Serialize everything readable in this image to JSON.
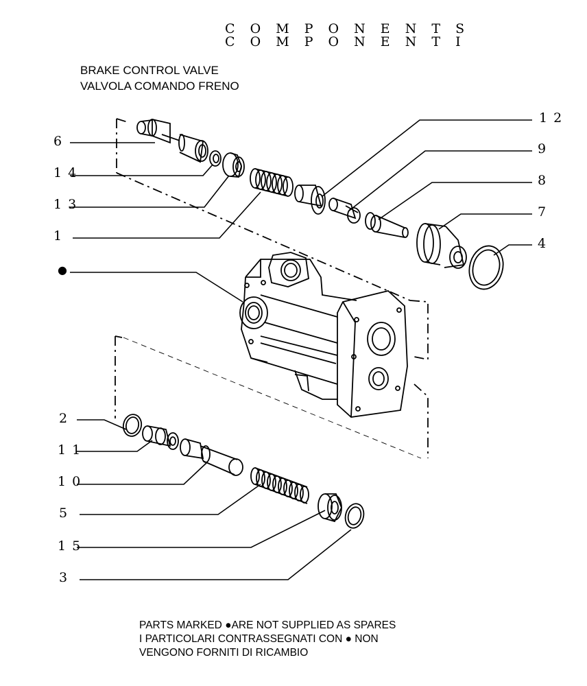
{
  "header": {
    "line1": "C O M P O N E N T S",
    "line2": "C O M P O N E N T I"
  },
  "title": {
    "line1": "BRAKE  CONTROL VALVE",
    "line2": "VALVOLA  COMANDO  FRENO"
  },
  "callouts": {
    "c6": "6",
    "c14": "14",
    "c13": "13",
    "c1": "1",
    "c_dot": "●",
    "c12": "12",
    "c9": "9",
    "c8": "8",
    "c7": "7",
    "c4": "4",
    "c2": "2",
    "c11": "11",
    "c10": "10",
    "c5": "5",
    "c15": "15",
    "c3": "3"
  },
  "footer": {
    "line1a": "PARTS MARKED ",
    "line1b": "ARE NOT SUPPLIED AS SPARES",
    "line2a": "I  PARTICOLARI  CONTRASSEGNATI  CON ",
    "line2b": " NON",
    "line3": "VENGONO FORNITI DI RICAMBIO"
  }
}
